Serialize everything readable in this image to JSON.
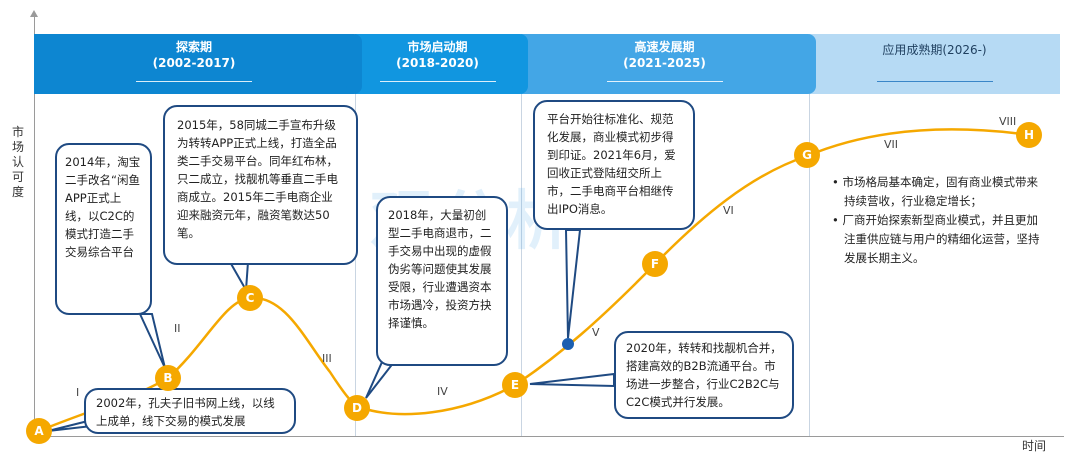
{
  "axes": {
    "y_label": "市场认可度",
    "x_label": "时间"
  },
  "phases": [
    {
      "name": "探索期",
      "dates": "(2002-2017)"
    },
    {
      "name": "市场启动期",
      "dates": "(2018-2020)"
    },
    {
      "name": "高速发展期",
      "dates": "(2021-2025)"
    },
    {
      "name": "应用成熟期(2026-)",
      "dates": ""
    }
  ],
  "points": [
    "A",
    "B",
    "C",
    "D",
    "E",
    "F",
    "G",
    "H"
  ],
  "segments": [
    "I",
    "II",
    "III",
    "IV",
    "V",
    "VI",
    "VII",
    "VIII"
  ],
  "callouts": {
    "A": "2002年，孔夫子旧书网上线，以线上成单，线下交易的模式发展",
    "B": "2014年，淘宝二手改名“闲鱼APP正式上线，以C2C的模式打造二手交易综合平台",
    "C": "2015年，58同城二手宣布升级为转转APP正式上线，打造全品类二手交易平台。同年红布林，只二成立，找靓机等垂直二手电商成立。2015年二手电商企业迎来融资元年，融资笔数达50笔。",
    "D": "2018年，大量初创型二手电商退市，二手交易中出现的虚假伪劣等问题使其发展受限，行业遭遇资本市场遇冷，投资方抉择谨慎。",
    "E": "2020年，转转和找靓机合并，搭建高效的B2B流通平台。市场进一步整合，行业C2B2C与C2C模式并行发展。",
    "F": "平台开始往标准化、规范化发展，商业模式初步得到印证。2021年6月，爱回收正式登陆纽交所上市，二手电商平台相继传出IPO消息。"
  },
  "mature_bullets": [
    "市场格局基本确定，固有商业模式带来持续营收，行业稳定增长；",
    "厂商开始探索新型商业模式，并且更加注重供应链与用户的精细化运营，坚持发展长期主义。"
  ],
  "watermark": "观分析",
  "colors": {
    "curve": "#f5a800",
    "callout_border": "#1f4a82",
    "marker": "#f5a800",
    "dot": "#1c5fb0"
  }
}
